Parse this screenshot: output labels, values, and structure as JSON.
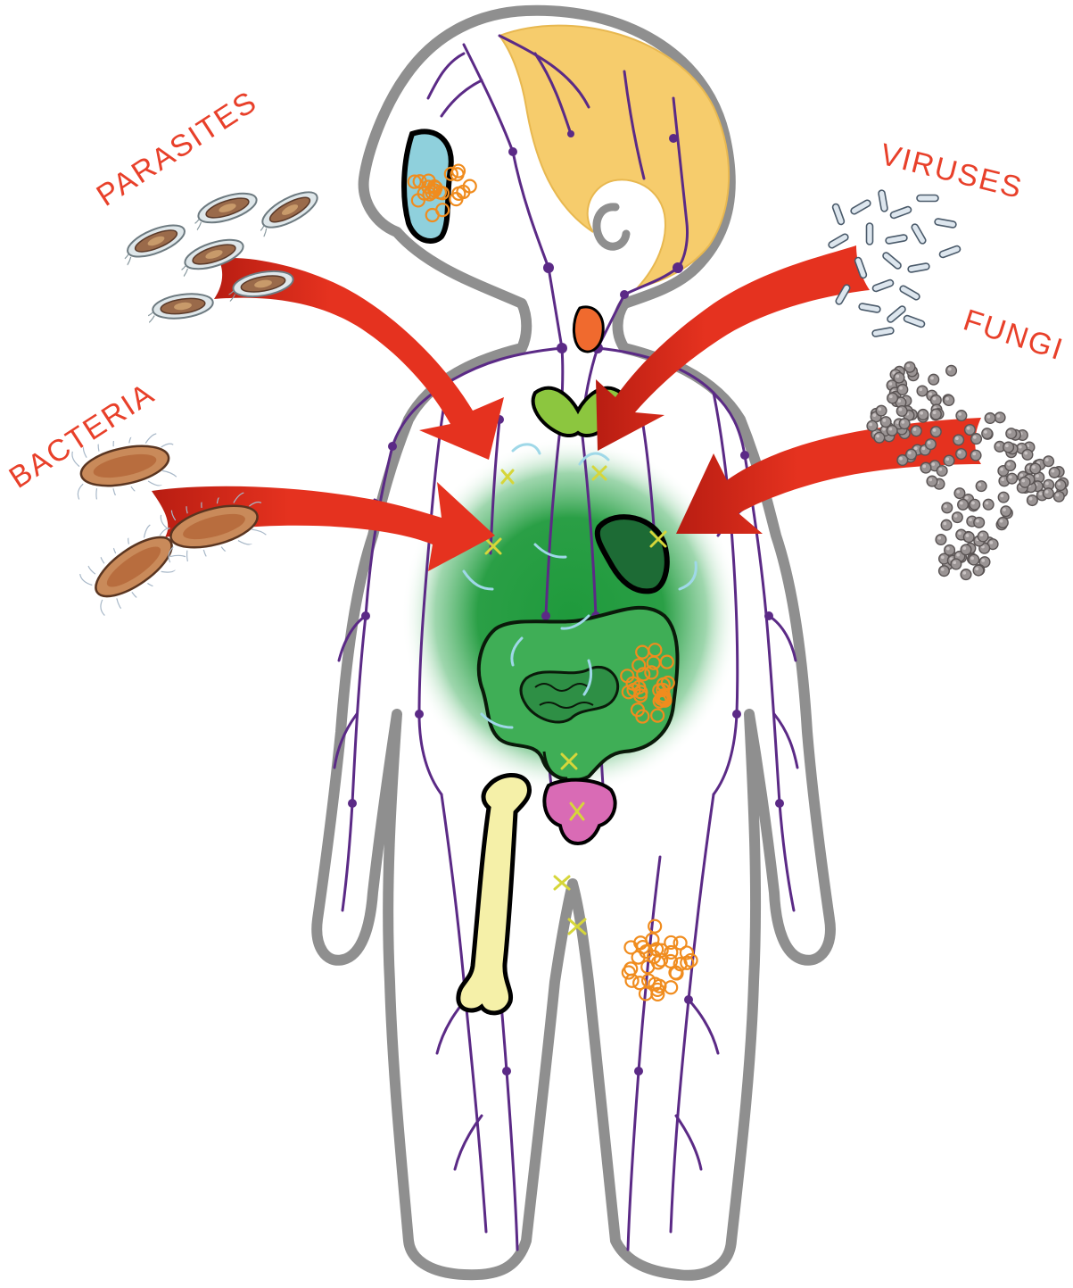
{
  "labels": {
    "parasites": "PARASITES",
    "viruses": "VIRUSES",
    "bacteria": "BACTERIA",
    "fungi": "FUNGI"
  },
  "colors": {
    "label": "#e8402a",
    "arrow": "#e5321f",
    "body_outline": "#8f8f8f",
    "lymph": "#5b2a86",
    "hair": "#f6cc6c",
    "gut_glow": "#1f9a3c",
    "intestine": "#3fae56",
    "spleen": "#1d6b35",
    "thymus": "#8cc63f",
    "thyroid": "#f06a2e",
    "bladder": "#d96bb5",
    "bone": "#f5f0a8",
    "tonsil": "#8fd0dc",
    "node_cluster": "#f08c1e",
    "flow_arrows": "#9fd8e8",
    "cross_marks": "#d6d63a"
  },
  "icons": [
    "parasite-icon",
    "virus-icon",
    "bacteria-icon",
    "fungus-icon",
    "lymph-node-icon",
    "bone-icon"
  ]
}
